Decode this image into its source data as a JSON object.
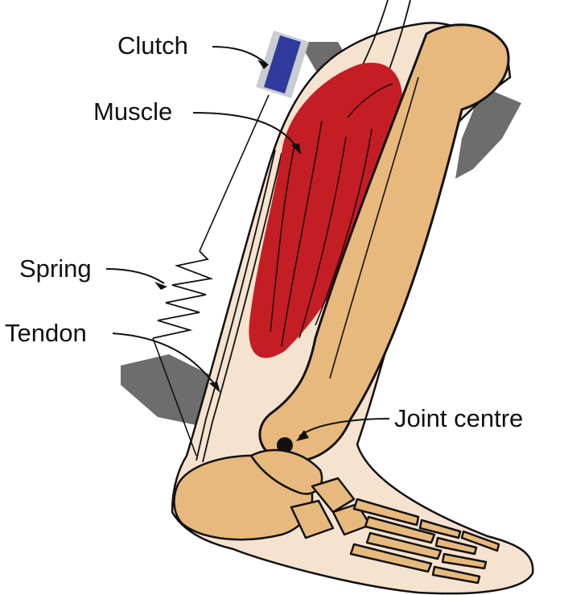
{
  "labels": {
    "clutch": "Clutch",
    "muscle": "Muscle",
    "spring": "Spring",
    "tendon": "Tendon",
    "joint_centre": "Joint centre"
  },
  "colors": {
    "bone": "#e7b97c",
    "skin": "#f6e3cf",
    "muscle": "#c41e24",
    "brace": "#6d6d6d",
    "clutch_band": "#2e3a9c",
    "clutch_housing": "#c9ccd1",
    "outline": "#111111"
  }
}
